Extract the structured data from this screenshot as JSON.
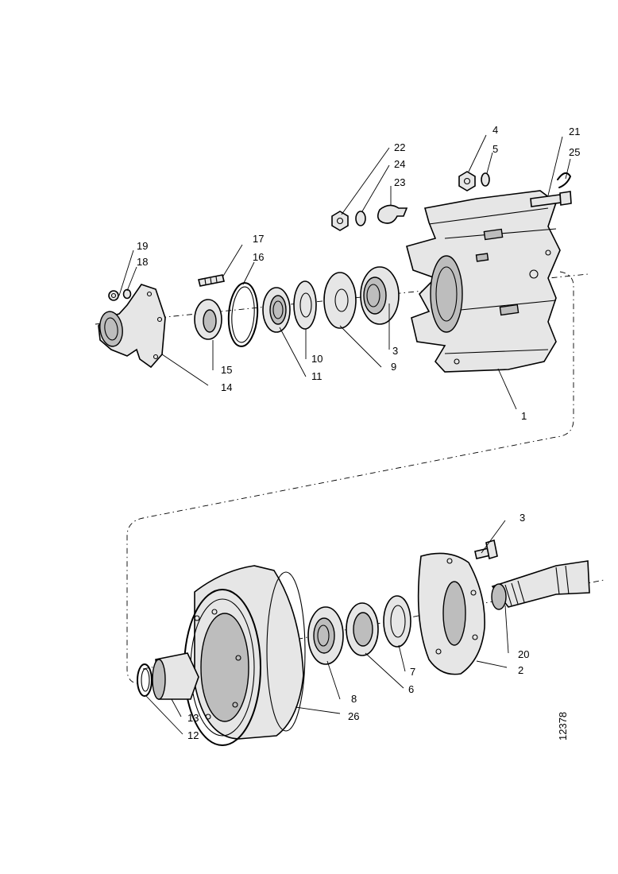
{
  "callouts": {
    "c1": "1",
    "c2": "2",
    "c3": "3",
    "c3b": "3",
    "c4": "4",
    "c5": "5",
    "c6": "6",
    "c7": "7",
    "c8": "8",
    "c9": "9",
    "c10": "10",
    "c11": "11",
    "c12": "12",
    "c13": "13",
    "c14": "14",
    "c15": "15",
    "c16": "16",
    "c17": "17",
    "c18": "18",
    "c19": "19",
    "c20": "20",
    "c21": "21",
    "c22": "22",
    "c23": "23",
    "c24": "24",
    "c25": "25",
    "c26": "26"
  },
  "reference_number": "12378"
}
